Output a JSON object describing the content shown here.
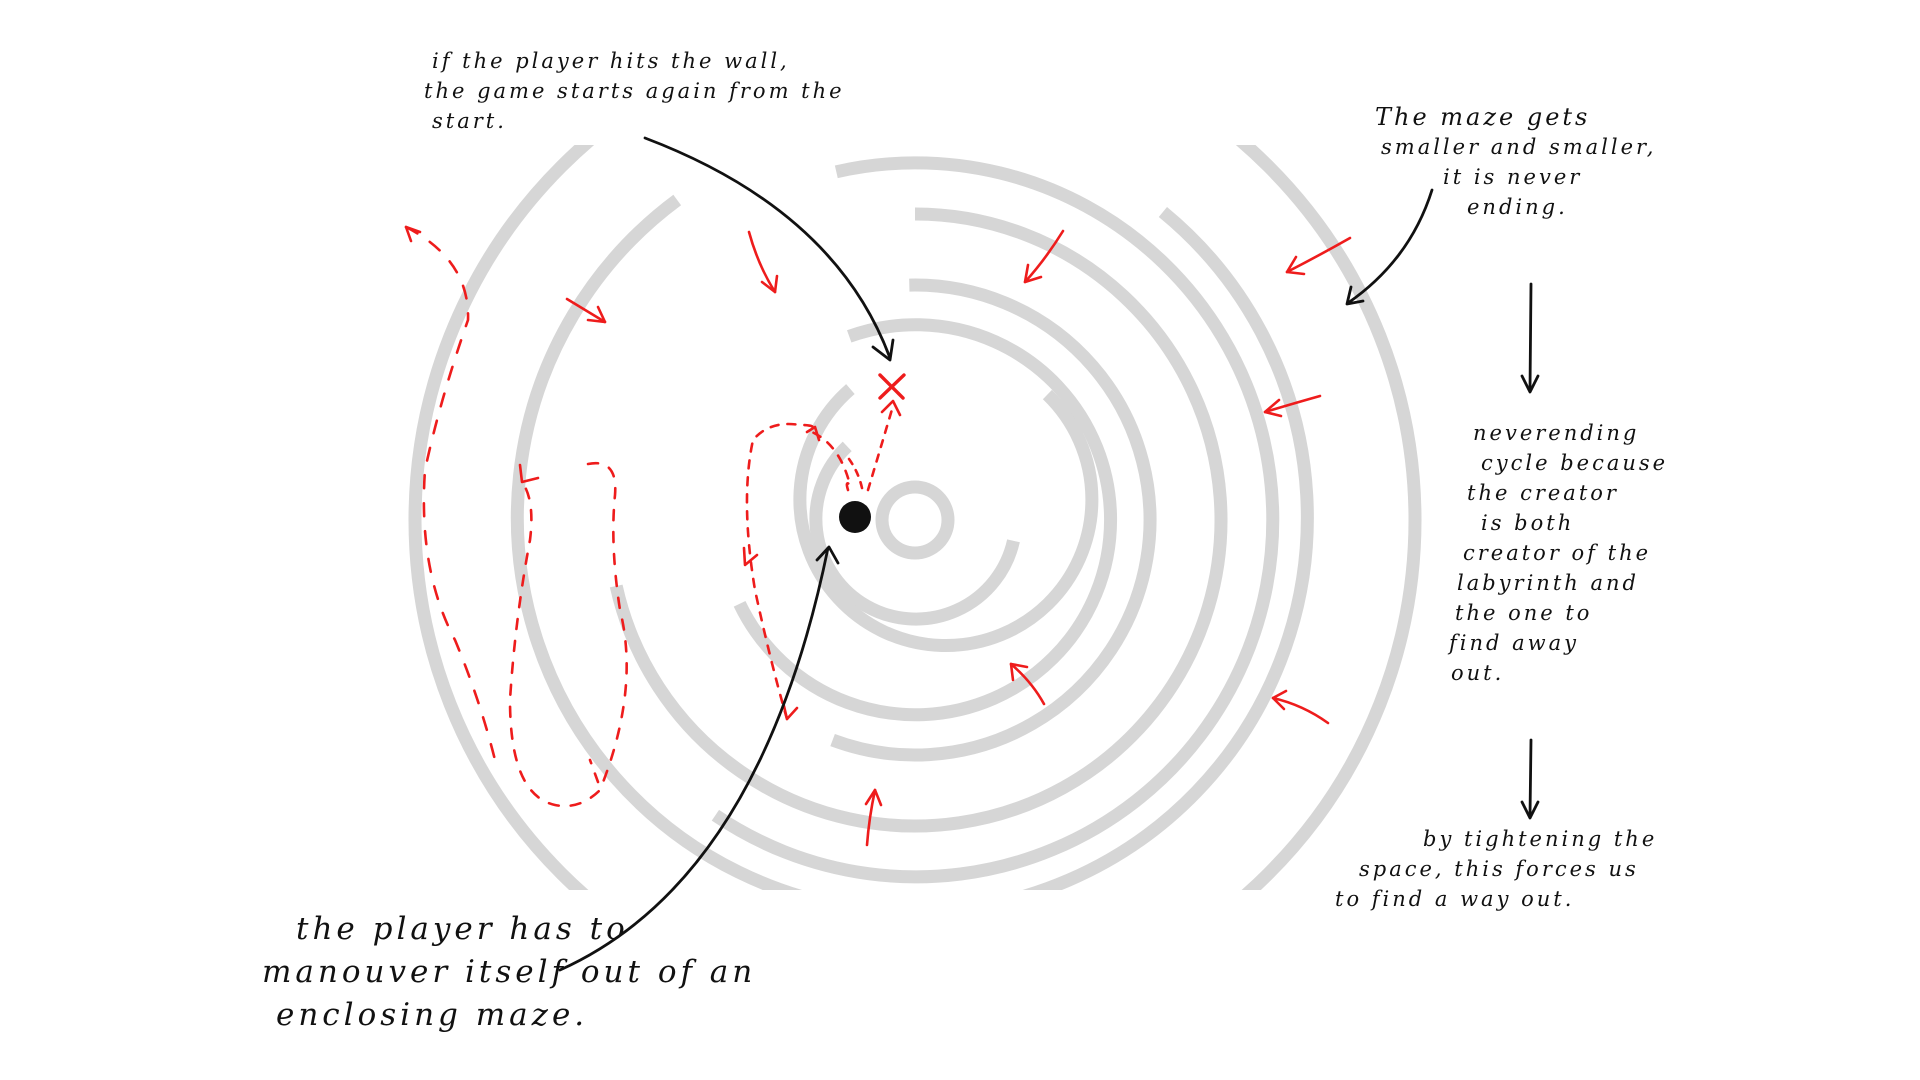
{
  "annotations": {
    "wall_note": [
      "if the player hits the wall,",
      "the game starts again from the",
      "start."
    ],
    "maze_note": [
      "The maze gets",
      "smaller and smaller,",
      "it is never",
      "ending."
    ],
    "cycle_note": [
      "neverending",
      "cycle because",
      "the creator",
      "is both",
      "creator of the",
      "labyrinth and",
      "the one to",
      "find away",
      "out."
    ],
    "space_note": [
      "by tightening the",
      "space, this forces us",
      "to find a way out."
    ],
    "player_note": [
      "the player has to",
      "manouver itself out of an",
      "enclosing maze."
    ]
  },
  "colors": {
    "maze_wall": "#d6d6d6",
    "path": "#ee1c1c",
    "ink": "#111111",
    "background": "#ffffff"
  },
  "symbols": {
    "player": "player-dot",
    "failure": "x-mark"
  }
}
